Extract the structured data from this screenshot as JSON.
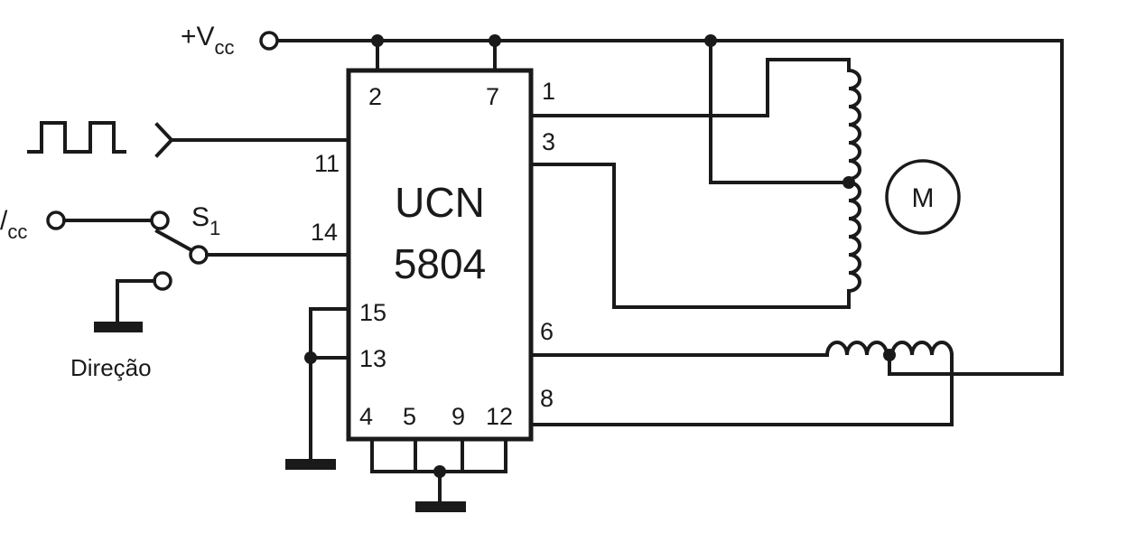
{
  "ic": {
    "name_line1": "UCN",
    "name_line2": "5804"
  },
  "pins": {
    "p2": "2",
    "p7": "7",
    "p1": "1",
    "p3": "3",
    "p11": "11",
    "p14": "14",
    "p15": "15",
    "p13": "13",
    "p6": "6",
    "p8": "8",
    "p4": "4",
    "p5": "5",
    "p9": "9",
    "p12": "12"
  },
  "supply": {
    "top_prefix": "+V",
    "top_sub": "cc",
    "left_prefix": "/",
    "left_sub": "cc"
  },
  "switch": {
    "name": "S",
    "sub": "1"
  },
  "direction_label": "Direção",
  "motor_label": "M"
}
